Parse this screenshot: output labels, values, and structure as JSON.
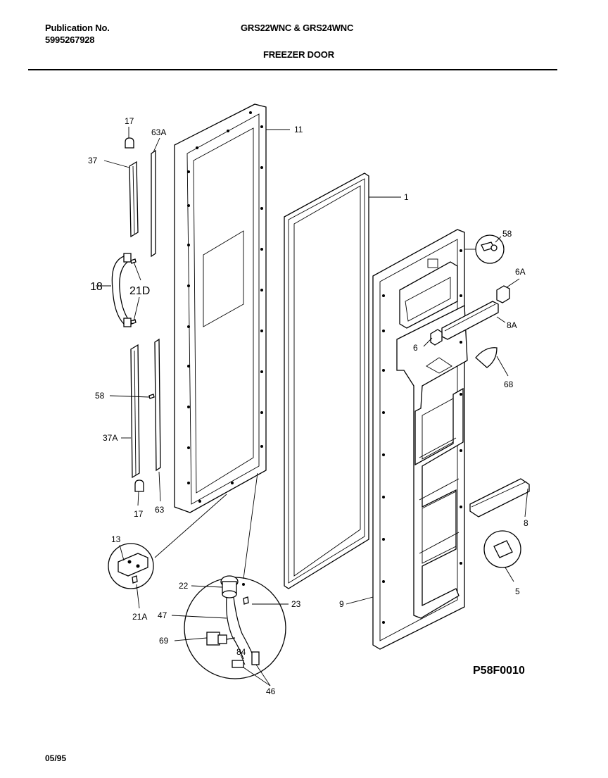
{
  "header": {
    "pub_label": "Publication No.",
    "pub_number": "5995267928",
    "models": "GRS22WNC & GRS24WNC",
    "section": "FREEZER DOOR"
  },
  "footer": {
    "date": "05/95",
    "diagram_code": "P58F0010"
  },
  "callouts": {
    "c17a": "17",
    "c63a": "63A",
    "c11": "11",
    "c37": "37",
    "c1": "1",
    "c58a": "58",
    "c6a": "6A",
    "c18": "18",
    "c21d": "21D",
    "c8a": "8A",
    "c6": "6",
    "c68": "68",
    "c58b": "58",
    "c37a": "37A",
    "c17b": "17",
    "c63": "63",
    "c8": "8",
    "c13": "13",
    "c5": "5",
    "c21a": "21A",
    "c22": "22",
    "c23": "23",
    "c9": "9",
    "c47": "47",
    "c69": "69",
    "c84": "84",
    "c46": "46"
  }
}
